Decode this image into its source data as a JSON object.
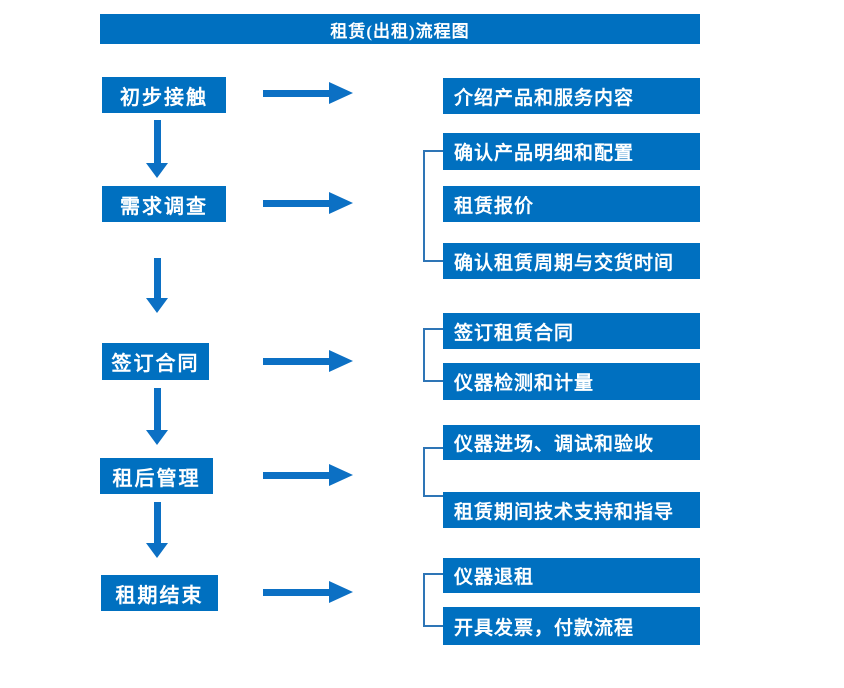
{
  "title": "租赁(出租)流程图",
  "colors": {
    "box_fill": "#0070C0",
    "arrow": "#0C70C4",
    "bracket": "#2E75B6",
    "text_on_box": "#FFFFFF"
  },
  "stages": [
    {
      "label": "初步接触",
      "outputs": [
        "介绍产品和服务内容"
      ]
    },
    {
      "label": "需求调查",
      "outputs": [
        "确认产品明细和配置",
        "租赁报价",
        "确认租赁周期与交货时间"
      ]
    },
    {
      "label": "签订合同",
      "outputs": [
        "签订租赁合同",
        "仪器检测和计量"
      ]
    },
    {
      "label": "租后管理",
      "outputs": [
        "仪器进场、调试和验收",
        "租赁期间技术支持和指导"
      ]
    },
    {
      "label": "租期结束",
      "outputs": [
        "仪器退租",
        "开具发票，付款流程"
      ]
    }
  ]
}
